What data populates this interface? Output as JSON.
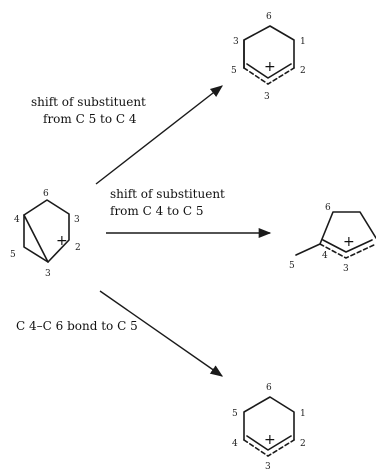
{
  "labels": {
    "path1": [
      "shift of substituent",
      "from C 5 to C 4"
    ],
    "path2": [
      "shift of substituent",
      "from C 4 to C 5"
    ],
    "path3": [
      "C 4–C 6 bond to C 5"
    ]
  },
  "start": {
    "numbers": [
      "6",
      "4",
      "3",
      "5",
      "2",
      "3"
    ],
    "charge": "+"
  },
  "product_top": {
    "numbers": [
      "6",
      "3",
      "1",
      "5",
      "2",
      "3"
    ],
    "charge": "+"
  },
  "product_mid": {
    "numbers": [
      "6",
      "5",
      "4",
      "3"
    ],
    "charge": "+"
  },
  "product_bottom": {
    "numbers": [
      "6",
      "5",
      "1",
      "4",
      "2",
      "3"
    ],
    "charge": "+"
  }
}
